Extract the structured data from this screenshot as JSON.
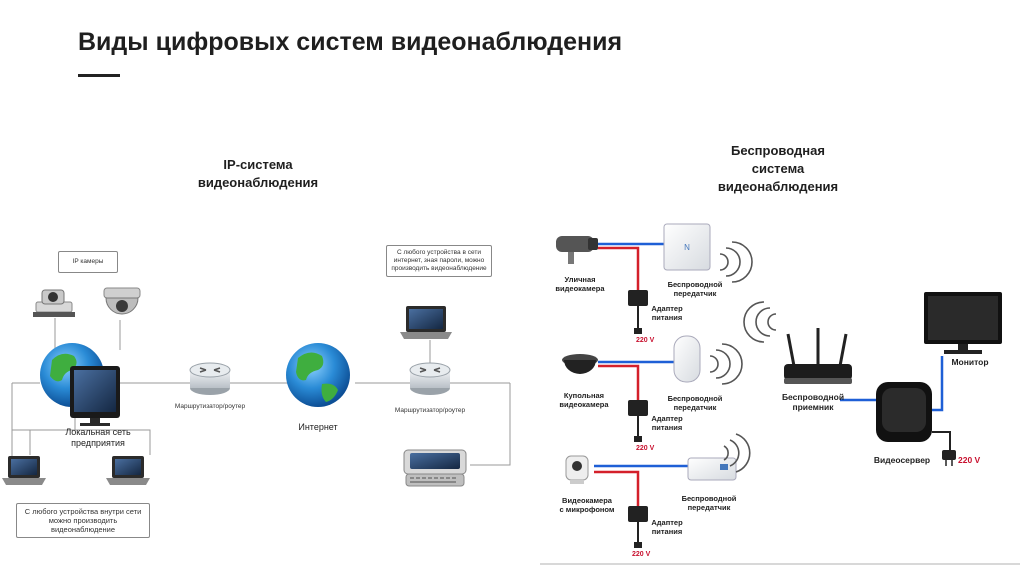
{
  "slide": {
    "title": "Виды цифровых систем видеонаблюдения"
  },
  "ip_system": {
    "caption_line1": "IP-система",
    "caption_line2": "видеонаблюдения",
    "note_cameras": "IP камеры",
    "note_internet_line1": "С любого устройства в сети",
    "note_internet_line2": "интернет, зная пароли, можно",
    "note_internet_line3": "производить видеонаблюдение",
    "label_lan_line1": "Локальная сеть",
    "label_lan_line2": "предприятия",
    "label_router_left": "Маршрутизатор/роутер",
    "label_internet": "Интернет",
    "label_router_right": "Маршрутизатор/роутер",
    "note_local_line1": "С любого устройства внутри сети",
    "note_local_line2": "можно производить",
    "note_local_line3": "видеонаблюдение"
  },
  "wireless_system": {
    "caption_line1": "Беспроводная",
    "caption_line2": "система",
    "caption_line3": "видеонаблюдения",
    "street_camera_line1": "Уличная",
    "street_camera_line2": "видеокамера",
    "dome_camera_line1": "Купольная",
    "dome_camera_line2": "видеокамера",
    "mic_camera_line1": "Видеокамера",
    "mic_camera_line2": "с микрофоном",
    "transmitter_line1": "Беспроводной",
    "transmitter_line2": "передатчик",
    "adapter_line1": "Адаптер",
    "adapter_line2": "питания",
    "voltage": "220 V",
    "receiver_line1": "Беспроводной",
    "receiver_line2": "приемник",
    "monitor": "Монитор",
    "videoserver": "Видеосервер",
    "server_voltage": "220 V"
  },
  "colors": {
    "blue_line": "#1e5fd6",
    "red_line": "#d4202a",
    "grey_line": "#9a9a9a"
  }
}
